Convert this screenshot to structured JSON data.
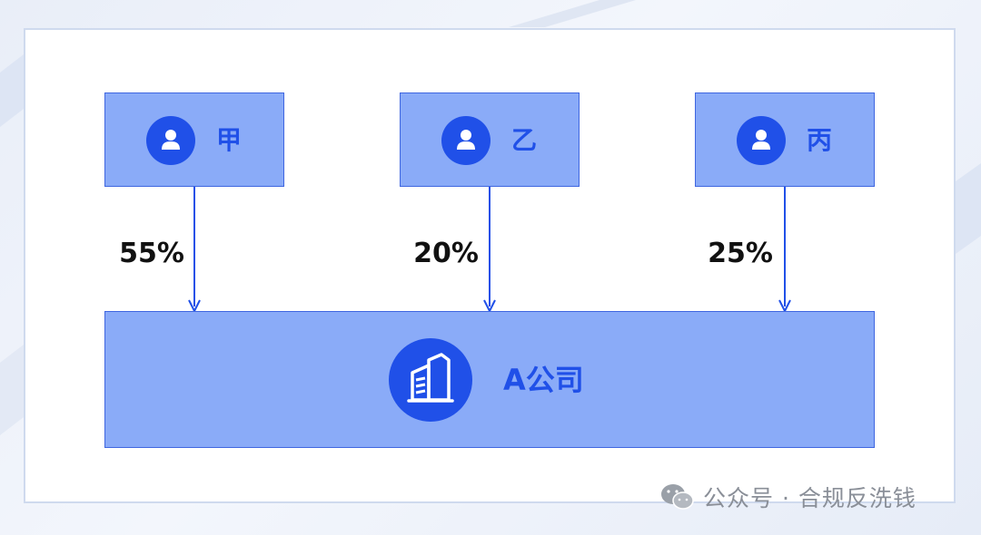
{
  "shareholders": [
    {
      "name": "甲",
      "share": "55%"
    },
    {
      "name": "乙",
      "share": "20%"
    },
    {
      "name": "丙",
      "share": "25%"
    }
  ],
  "company": {
    "name": "A公司"
  },
  "watermark": {
    "text": "公众号 · 合规反洗钱"
  },
  "colors": {
    "box_fill": "#8aabf8",
    "accent": "#2050e8",
    "arrow": "#2050e8"
  }
}
